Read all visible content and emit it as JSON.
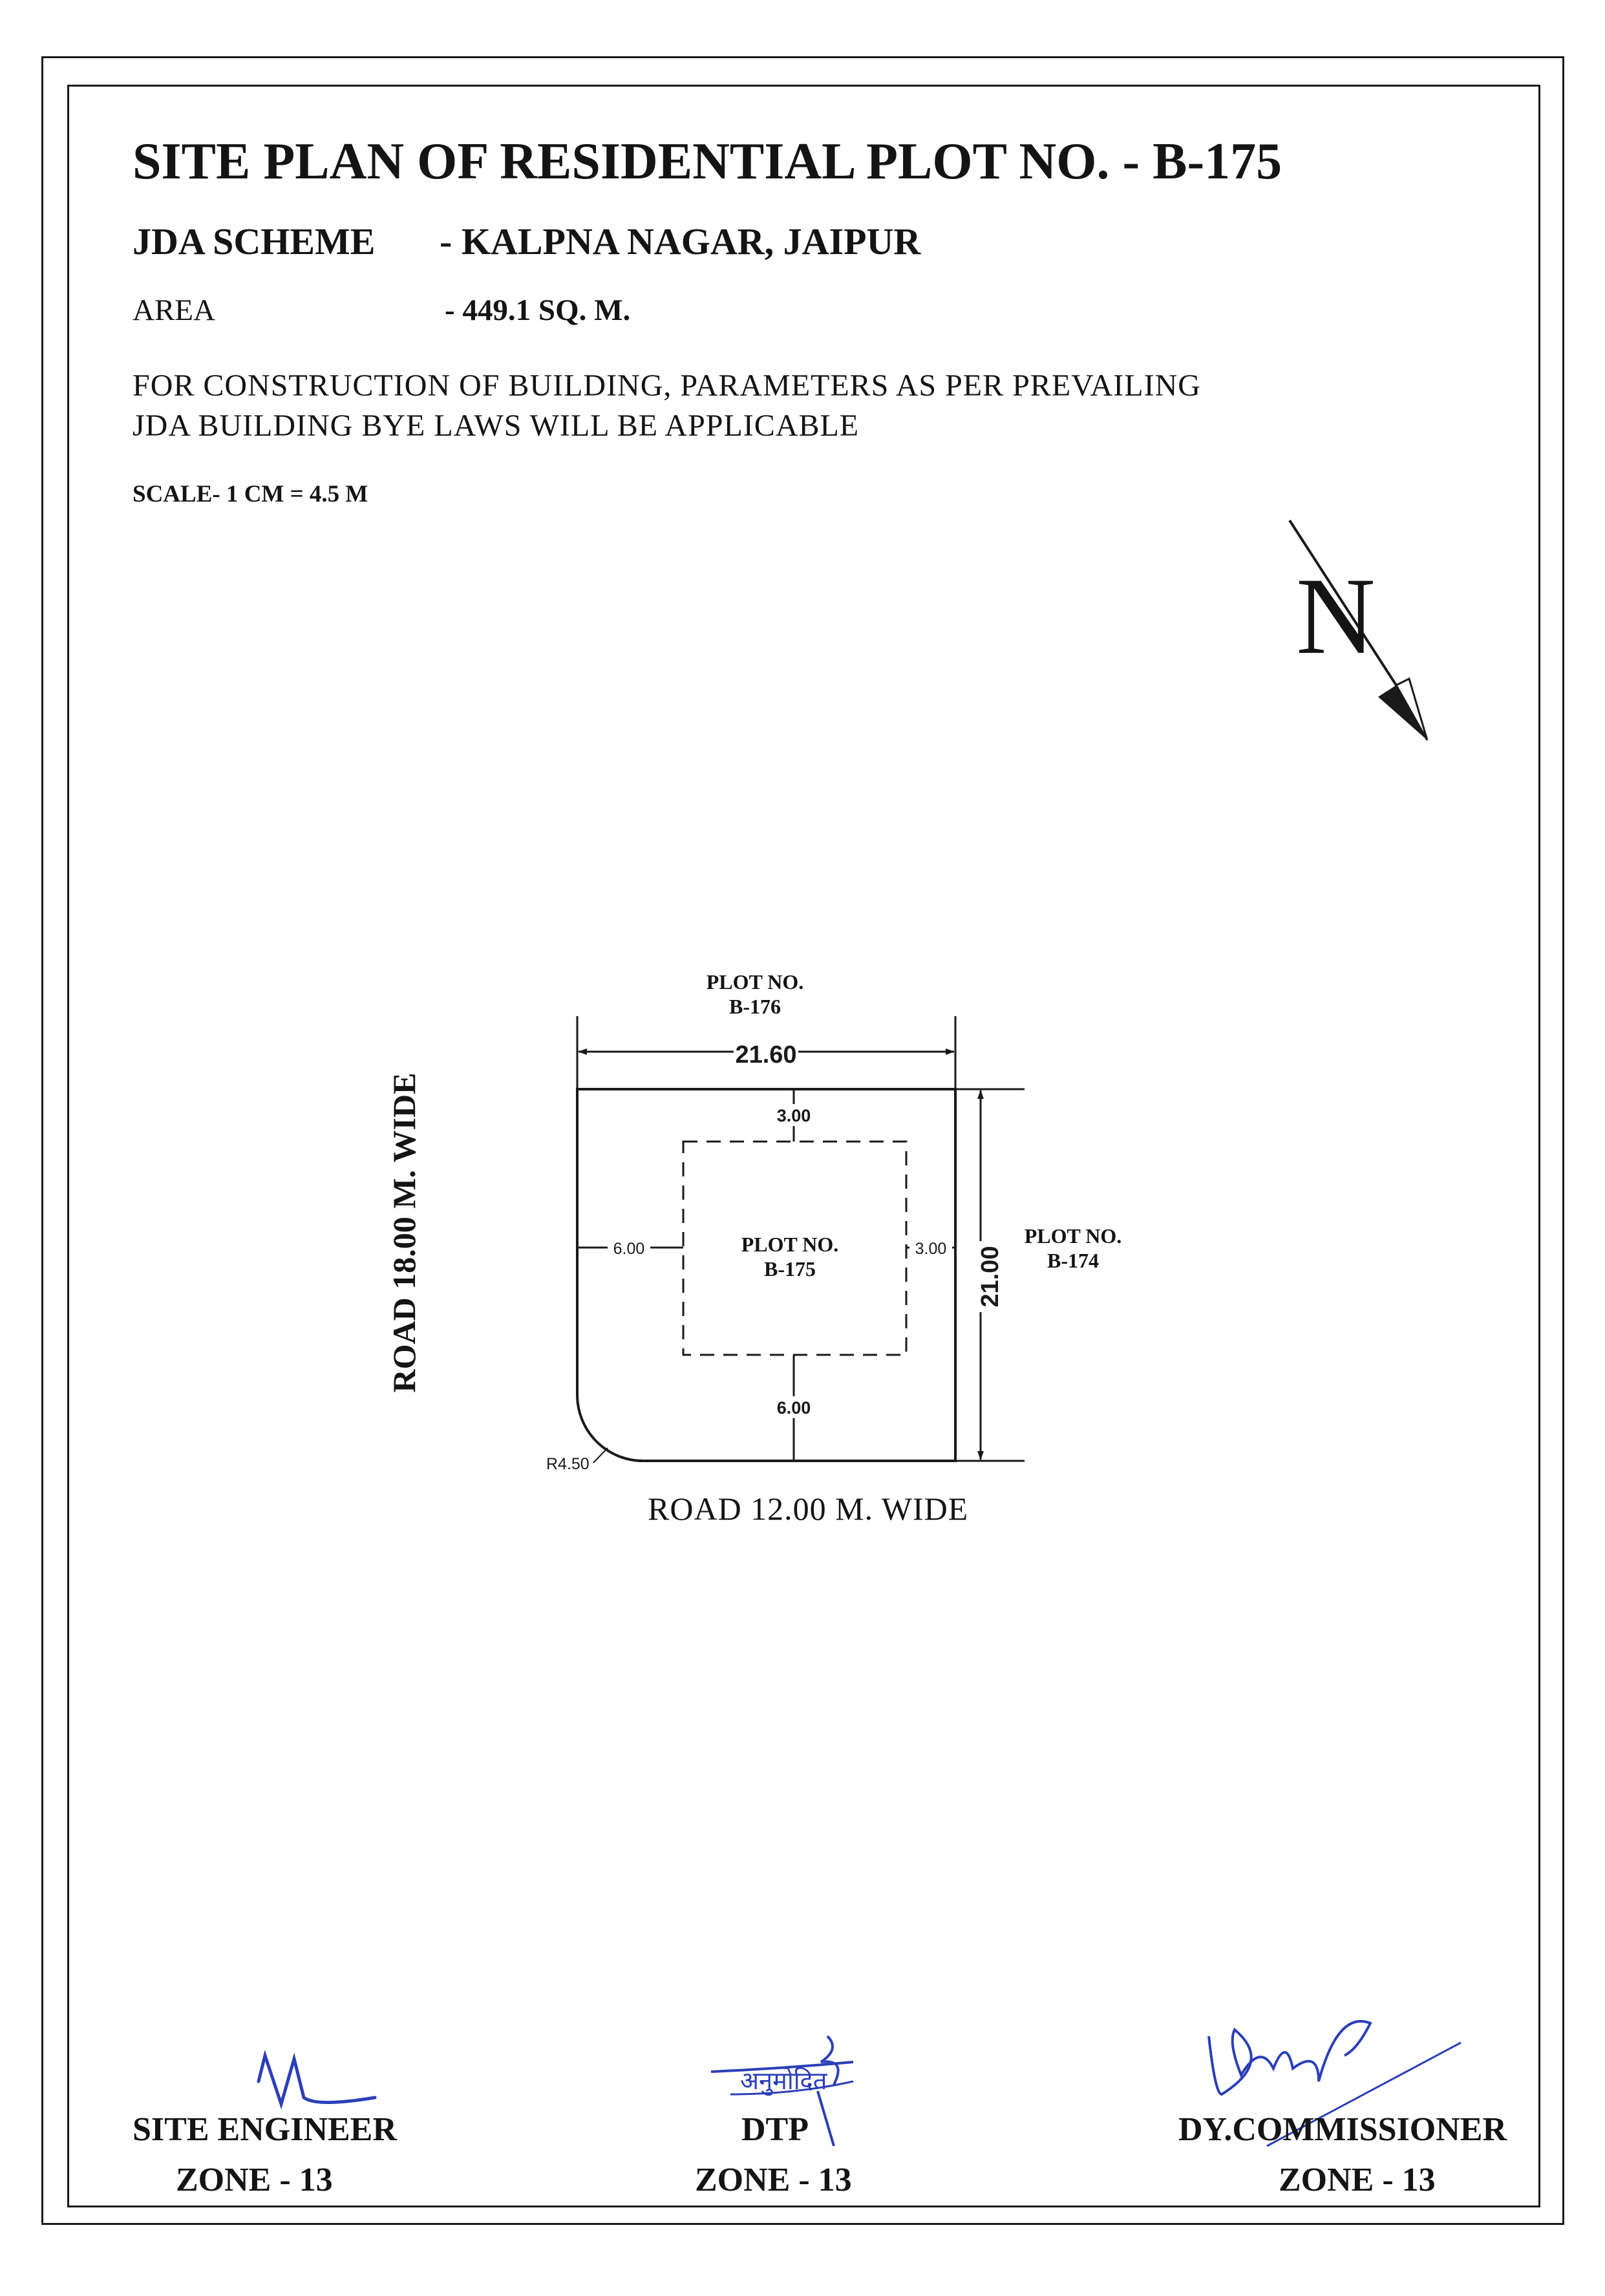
{
  "header": {
    "title": "SITE  PLAN OF RESIDENTIAL PLOT NO.  - B-175",
    "scheme_label": "JDA SCHEME",
    "scheme_value": "- KALPNA  NAGAR, JAIPUR",
    "area_label": "AREA",
    "area_value": "-  449.1 SQ. M.",
    "note_line_1": "FOR CONSTRUCTION OF BUILDING, PARAMETERS AS PER PREVAILING",
    "note_line_2": "JDA BUILDING BYE LAWS WILL BE APPLICABLE",
    "scale": "SCALE- 1 CM = 4.5 M"
  },
  "north_arrow": {
    "label": "N"
  },
  "plan": {
    "north_plot_line1": "PLOT NO.",
    "north_plot_line2": "B-176",
    "east_plot_line1": "PLOT NO.",
    "east_plot_line2": "B-174",
    "center_plot_line1": "PLOT NO.",
    "center_plot_line2": "B-175",
    "road_west": "ROAD 18.00 M. WIDE",
    "road_south": "ROAD 12.00 M. WIDE",
    "dims": {
      "width": "21.60",
      "depth": "21.00",
      "setback_north": "3.00",
      "setback_south": "6.00",
      "setback_west": "6.00",
      "setback_east": "3.00",
      "corner_radius": "R4.50"
    }
  },
  "signatures": [
    {
      "title": "SITE ENGINEER",
      "zone": "ZONE - 13"
    },
    {
      "title": "DTP",
      "zone": "ZONE - 13"
    },
    {
      "title": "DY.COMMISSIONER",
      "zone": "ZONE - 13"
    }
  ],
  "signature_hindi": "अनुमोदित"
}
